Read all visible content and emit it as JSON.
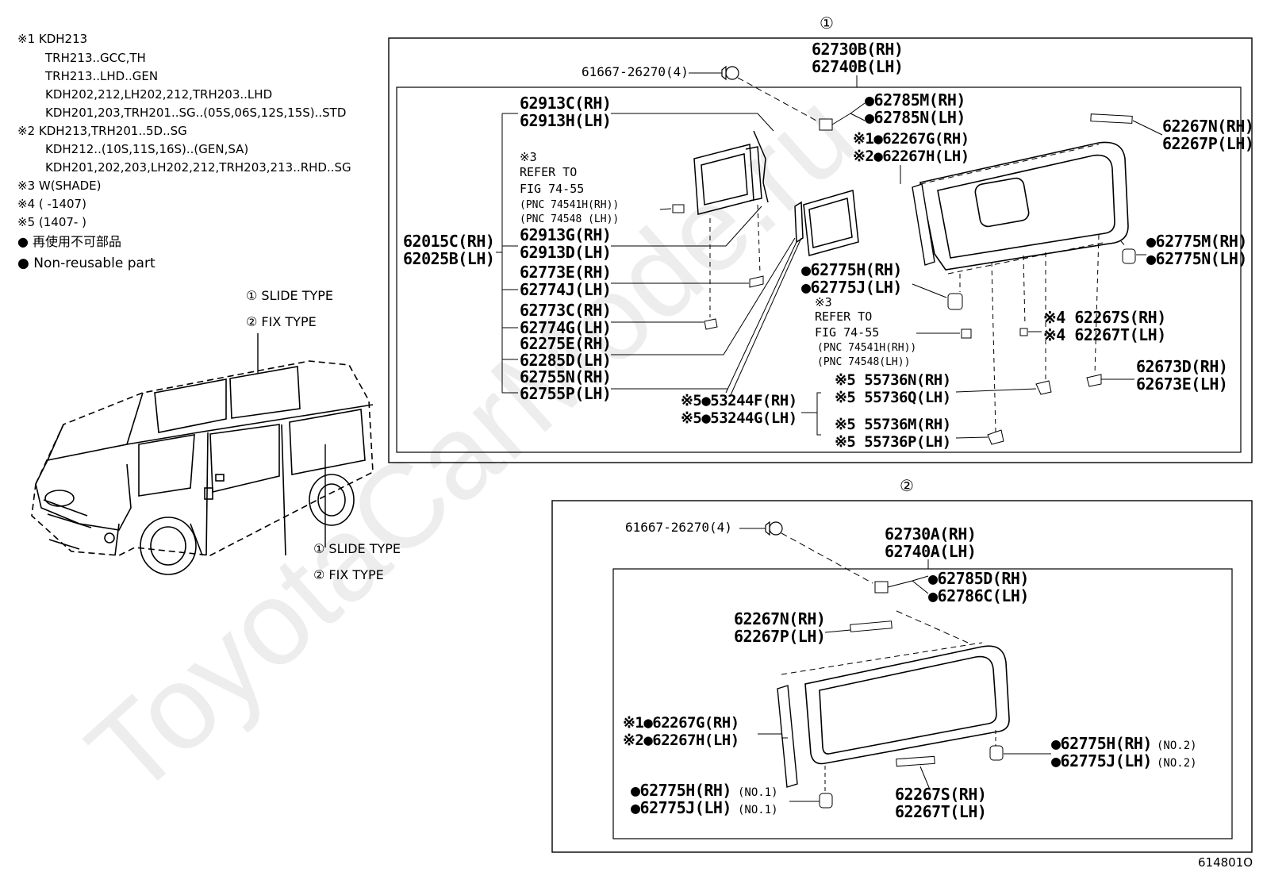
{
  "notes": {
    "n1": "※1 KDH213",
    "n1_lines": [
      "TRH213..GCC,TH",
      "TRH213..LHD..GEN",
      "KDH202,212,LH202,212,TRH203..LHD",
      "KDH201,203,TRH201..SG..(05S,06S,12S,15S)..STD"
    ],
    "n2": "※2 KDH213,TRH201..5D..SG",
    "n2_lines": [
      "KDH212..(10S,11S,16S)..(GEN,SA)",
      "KDH201,202,203,LH202,212,TRH203,213..RHD..SG"
    ],
    "n3": "※3 W(SHADE)",
    "n4": "※4 (      -1407)",
    "n5": "※5 (1407-      )",
    "legend_jp": "● 再使用不可部品",
    "legend_en": "● Non-reusable part"
  },
  "van": {
    "top_type1": "① SLIDE TYPE",
    "top_type2": "② FIX TYPE",
    "bottom_type1": "① SLIDE TYPE",
    "bottom_type2": "② FIX TYPE"
  },
  "section1": {
    "marker": "①",
    "clip": "61667-26270(4)",
    "main_rh": "62730B(RH)",
    "main_lh": "62740B(LH)",
    "p62785_rh": "●62785M(RH)",
    "p62785_lh": "●62785N(LH)",
    "p62267g": "※1●62267G(RH)",
    "p62267h": "※2●62267H(LH)",
    "p62267n": "62267N(RH)",
    "p62267p": "62267P(LH)",
    "p62913c": "62913C(RH)",
    "p62913h": "62913H(LH)",
    "ref_note": "※3",
    "ref_to": "REFER TO",
    "ref_fig": "FIG 74-55",
    "ref_pnc1": "(PNC 74541H(RH))",
    "ref_pnc2": "(PNC 74548 (LH))",
    "p62015c": "62015C(RH)",
    "p62025b": "62025B(LH)",
    "p62913g": "62913G(RH)",
    "p62913d": "62913D(LH)",
    "p62773e": "62773E(RH)",
    "p62774j": "62774J(LH)",
    "p62773c": "62773C(RH)",
    "p62774g": "62774G(LH)",
    "p62275e": "62275E(RH)",
    "p62285d": "62285D(LH)",
    "p62755n": "62755N(RH)",
    "p62755p": "62755P(LH)",
    "p62775h": "●62775H(RH)",
    "p62775j": "●62775J(LH)",
    "ref2_note": "※3",
    "ref2_to": "REFER TO",
    "ref2_fig": "FIG 74-55",
    "ref2_pnc1": "(PNC 74541H(RH))",
    "ref2_pnc2": "(PNC 74548(LH))",
    "p62775m": "●62775M(RH)",
    "p62775n": "●62775N(LH)",
    "p62267s": "※4 62267S(RH)",
    "p62267t": "※4 62267T(LH)",
    "p62673d": "62673D(RH)",
    "p62673e": "62673E(LH)",
    "p55736n": "※5 55736N(RH)",
    "p55736q": "※5 55736Q(LH)",
    "p55736m": "※5 55736M(RH)",
    "p55736p": "※5 55736P(LH)",
    "p53244f": "※5●53244F(RH)",
    "p53244g": "※5●53244G(LH)"
  },
  "section2": {
    "marker": "②",
    "clip": "61667-26270(4)",
    "main_rh": "62730A(RH)",
    "main_lh": "62740A(LH)",
    "p62785d": "●62785D(RH)",
    "p62786c": "●62786C(LH)",
    "p62267n": "62267N(RH)",
    "p62267p": "62267P(LH)",
    "p62267g": "※1●62267G(RH)",
    "p62267h": "※2●62267H(LH)",
    "p62775h2": "●62775H(RH)",
    "p62775j2": "●62775J(LH)",
    "no2": "(NO.2)",
    "p62267s": "62267S(RH)",
    "p62267t": "62267T(LH)",
    "p62775h1": "●62775H(RH)",
    "p62775j1": "●62775J(LH)",
    "no1": "(NO.1)"
  },
  "watermark": "ToyotaCarMode.ru",
  "figure_id": "614801O"
}
